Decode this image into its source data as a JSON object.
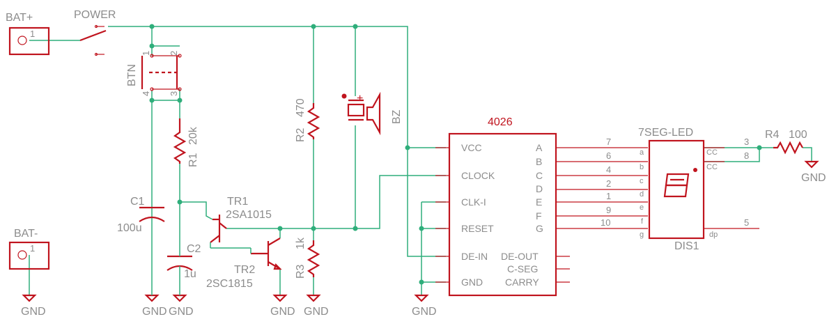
{
  "connectors": {
    "bat_plus": {
      "label": "BAT+",
      "pin": "1"
    },
    "bat_minus": {
      "label": "BAT-",
      "pin": "1"
    }
  },
  "power_switch": {
    "label": "POWER"
  },
  "button": {
    "label": "BTN",
    "pins": [
      "1",
      "2",
      "4",
      "3"
    ]
  },
  "resistors": {
    "r1": {
      "name": "R1",
      "value": "20k"
    },
    "r2": {
      "name": "R2",
      "value": "470"
    },
    "r3": {
      "name": "R3",
      "value": "1k"
    },
    "r4": {
      "name": "R4",
      "value": "100"
    }
  },
  "capacitors": {
    "c1": {
      "name": "C1",
      "value": "100u"
    },
    "c2": {
      "name": "C2",
      "value": "1u"
    }
  },
  "transistors": {
    "tr1": {
      "name": "TR1",
      "value": "2SA1015"
    },
    "tr2": {
      "name": "TR2",
      "value": "2SC1815"
    }
  },
  "buzzer": {
    "name": "BZ",
    "polarity": "+"
  },
  "ic": {
    "title": "4026",
    "left_pins": [
      "VCC",
      "CLOCK",
      "CLK-I",
      "RESET",
      "DE-IN",
      "GND"
    ],
    "right_pins": [
      "A",
      "B",
      "C",
      "D",
      "E",
      "F",
      "G",
      "DE-OUT",
      "C-SEG",
      "CARRY"
    ]
  },
  "display": {
    "title": "7SEG-LED",
    "name": "DIS1",
    "segment_labels": [
      "a",
      "b",
      "c",
      "d",
      "e",
      "f",
      "g"
    ],
    "segment_pins": [
      "7",
      "6",
      "4",
      "2",
      "1",
      "9",
      "10"
    ],
    "dp_label": "dp",
    "dp_pin": "5",
    "cc_labels": [
      "CC",
      "CC"
    ],
    "cc_pins": [
      "3",
      "8"
    ]
  },
  "ground": {
    "label": "GND"
  },
  "colors": {
    "wire": "#2fae7b",
    "part": "#c0141e",
    "label": "#8c8c8c",
    "background": "#ffffff"
  }
}
